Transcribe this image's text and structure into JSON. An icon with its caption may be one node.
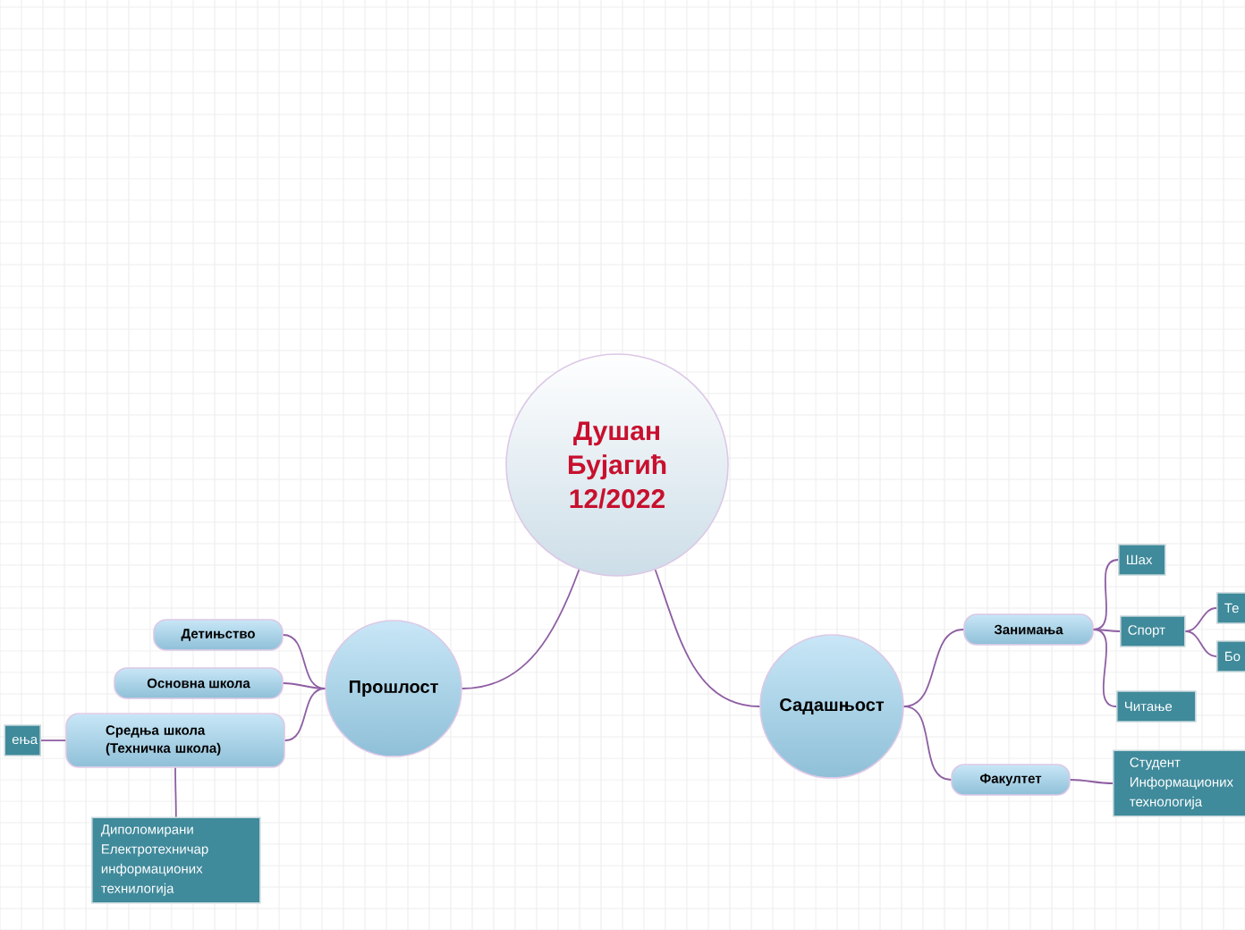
{
  "diagram": {
    "nodes": [
      {
        "text": [
          "Душан Бујагић 12/2022"
        ]
      },
      {
        "text": [
          "Прошлост"
        ]
      },
      {
        "text": [
          "Садашњост"
        ]
      },
      {
        "text": [
          "Детињство"
        ]
      },
      {
        "text": [
          "Основна школа"
        ]
      },
      {
        "text": [
          "Средња школа (Техничка школа)"
        ]
      },
      {
        "text": [
          "ења"
        ]
      },
      {
        "text": [
          "Диполомирани Електротехничар информационих технилогија"
        ]
      },
      {
        "text": [
          "Занимања"
        ]
      },
      {
        "text": [
          "Факултет"
        ]
      },
      {
        "text": [
          "Шах"
        ]
      },
      {
        "text": [
          "Спорт"
        ]
      },
      {
        "text": [
          "Читање"
        ]
      },
      {
        "text": [
          "Те"
        ]
      },
      {
        "text": [
          "Бо"
        ]
      },
      {
        "text": [
          "Студент Информационих технологија"
        ]
      }
    ],
    "edges": [
      {
        "from": 0,
        "to": 1,
        "arrow": "none"
      },
      {
        "from": 0,
        "to": 2,
        "arrow": "none"
      },
      {
        "from": 1,
        "to": 3,
        "arrow": "none"
      },
      {
        "from": 1,
        "to": 4,
        "arrow": "none"
      },
      {
        "from": 1,
        "to": 5,
        "arrow": "none"
      },
      {
        "from": 5,
        "to": 6,
        "arrow": "none"
      },
      {
        "from": 5,
        "to": 7,
        "arrow": "none"
      },
      {
        "from": 2,
        "to": 8,
        "arrow": "none"
      },
      {
        "from": 2,
        "to": 9,
        "arrow": "none"
      },
      {
        "from": 8,
        "to": 10,
        "arrow": "none"
      },
      {
        "from": 8,
        "to": 11,
        "arrow": "none"
      },
      {
        "from": 8,
        "to": 12,
        "arrow": "none"
      },
      {
        "from": 11,
        "to": 13,
        "arrow": "none"
      },
      {
        "from": 11,
        "to": 14,
        "arrow": "none"
      },
      {
        "from": 9,
        "to": 15,
        "arrow": "none"
      }
    ]
  }
}
